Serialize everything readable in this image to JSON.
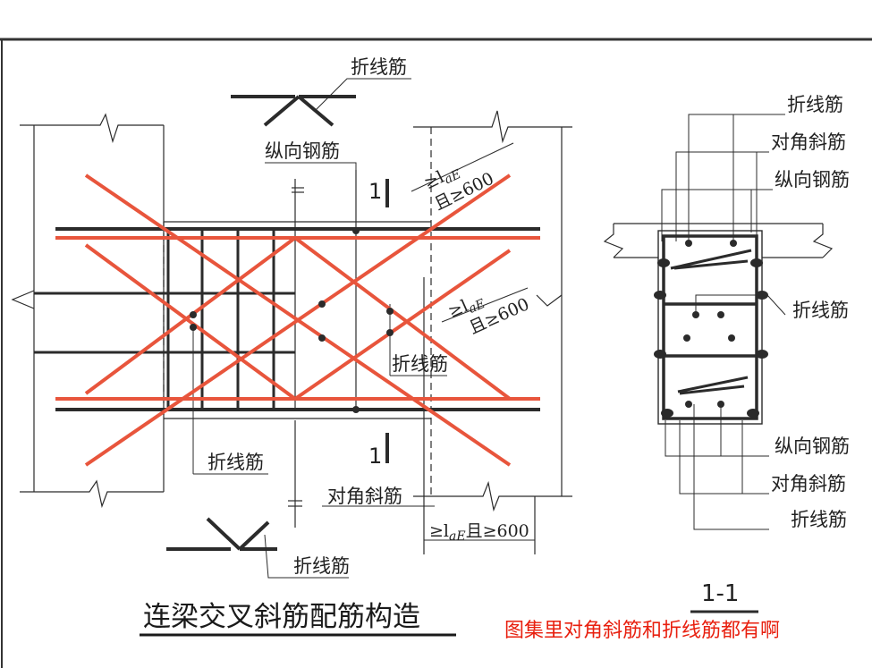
{
  "labels": {
    "bent_bar": "折线筋",
    "longitudinal_bar": "纵向钢筋",
    "diagonal_bar": "对角斜筋",
    "section_mark": "1",
    "section_title": "1-1",
    "dim_lae_600": "≥l",
    "dim_sub": "aE",
    "dim_and": "且≥600"
  },
  "titles": {
    "main": "连梁交叉斜筋配筋构造",
    "note": "图集里对角斜筋和折线筋都有啊"
  },
  "colors": {
    "line": "#2b2b2b",
    "diagonal_red": "#e8553c",
    "note_red": "#e8200f"
  }
}
